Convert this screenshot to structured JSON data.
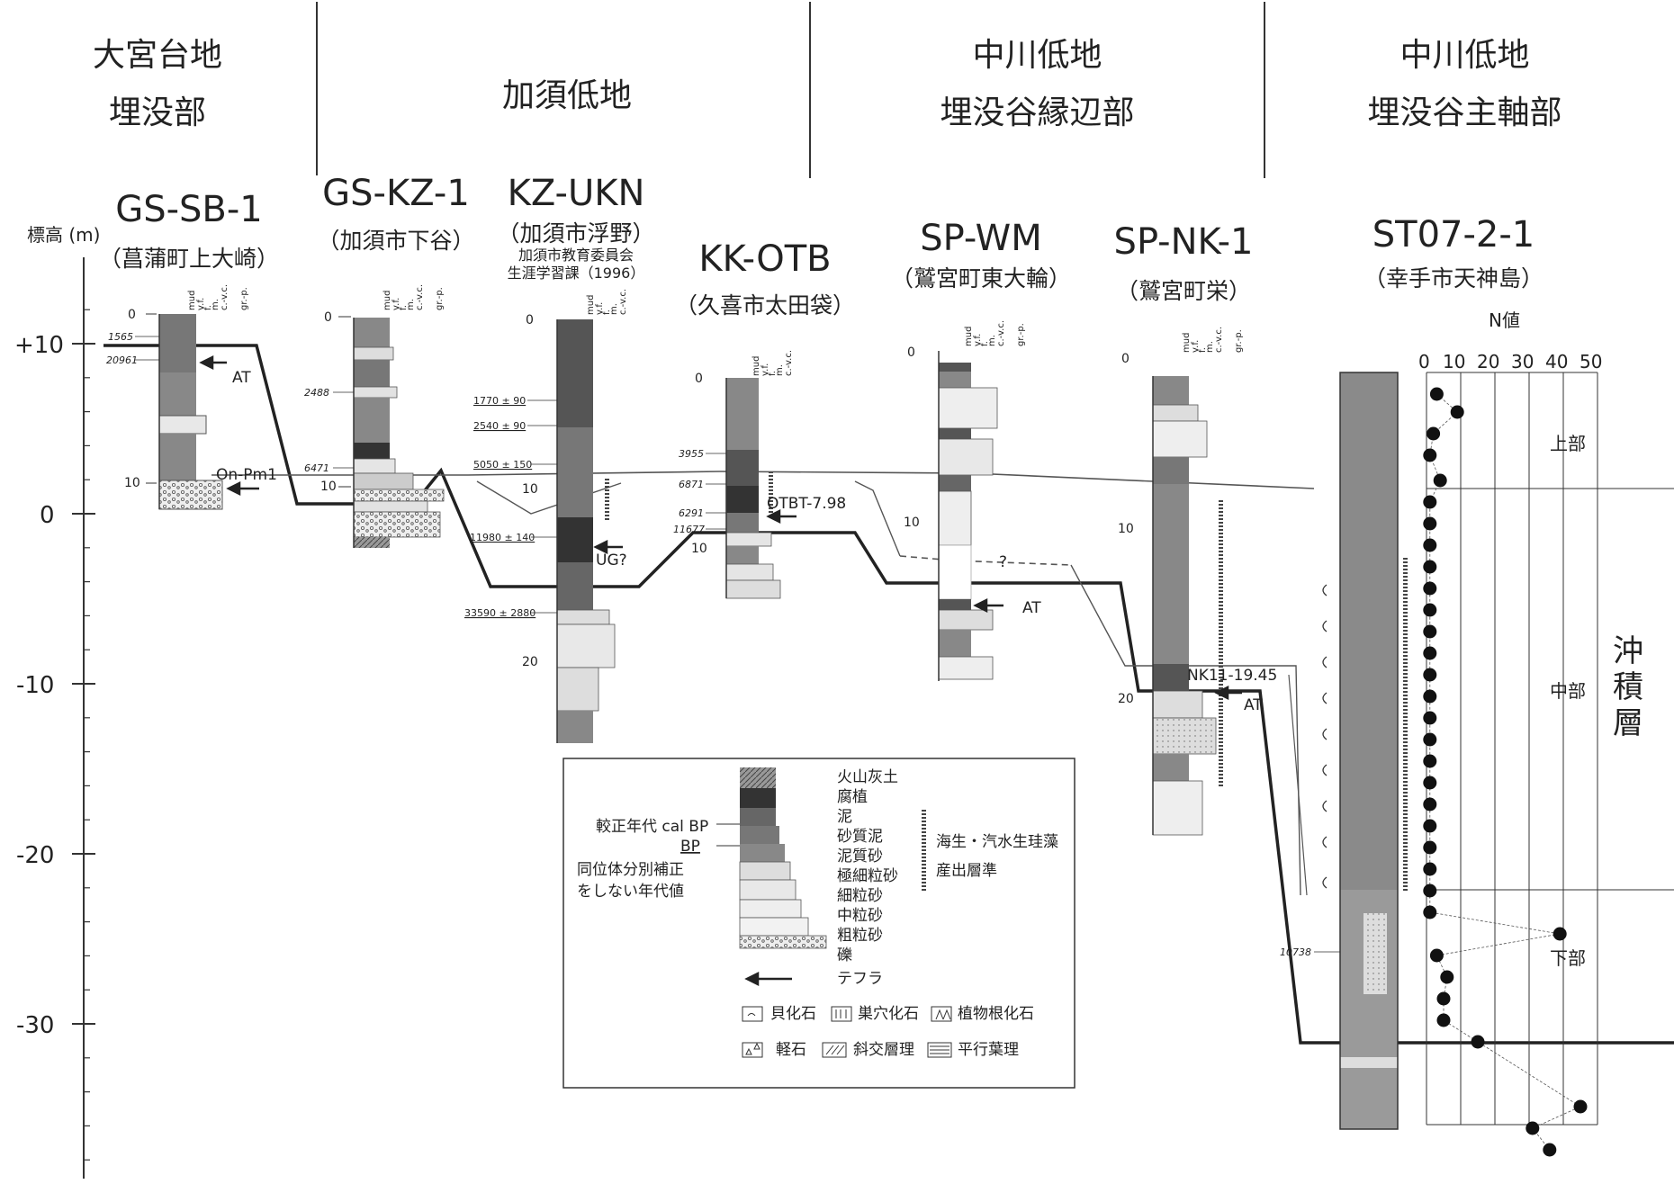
{
  "regions": [
    {
      "line1": "大宮台地",
      "line2": "埋没部"
    },
    {
      "line1": "加須低地",
      "line2": ""
    },
    {
      "line1": "中川低地",
      "line2": "埋没谷縁辺部"
    },
    {
      "line1": "中川低地",
      "line2": "埋没谷主軸部"
    }
  ],
  "axis": {
    "label": "標高 (m)",
    "ticks": [
      "+10",
      "0",
      "-10",
      "-20",
      "-30"
    ],
    "depth_ticks": {
      "zero": "0",
      "ten": "10",
      "twenty": "20"
    }
  },
  "grain_size_labels": [
    "mud",
    "v.f.",
    "f.",
    "m.",
    "c.-v.c.",
    "gr.-p."
  ],
  "sites": [
    {
      "name": "GS-SB-1",
      "sub": "（菖蒲町上大崎）"
    },
    {
      "name": "GS-KZ-1",
      "sub": "（加須市下谷）"
    },
    {
      "name": "KZ-UKN",
      "sub": "（加須市浮野）",
      "source_line1": "加須市教育委員会",
      "source_line2": "生涯学習課（1996）"
    },
    {
      "name": "KK-OTB",
      "sub": "（久喜市太田袋）"
    },
    {
      "name": "SP-WM",
      "sub": "（鷲宮町東大輪）"
    },
    {
      "name": "SP-NK-1",
      "sub": "（鷲宮町栄）"
    },
    {
      "name": "ST07-2-1",
      "sub": "（幸手市天神島）"
    }
  ],
  "dates": {
    "sb1": [
      "1565",
      "20961"
    ],
    "kz1": [
      "2488",
      "6471"
    ],
    "ukn": [
      "1770 ± 90",
      "2540 ± 90",
      "5050 ± 150",
      "11980 ± 140",
      "33590 ± 2880"
    ],
    "otb": [
      "3955",
      "6871",
      "6291",
      "11677"
    ],
    "st07": [
      "10738"
    ]
  },
  "tephra": {
    "at": "AT",
    "onpm1": "On-Pm1",
    "ug": "UG?",
    "otbt": "OTBT-7.98",
    "nk11": "NK11-19.45",
    "question": "?"
  },
  "n_value": {
    "title": "N値",
    "ticks": [
      "0",
      "10",
      "20",
      "30",
      "40",
      "50"
    ],
    "zone_upper": "上部",
    "zone_middle": "中部",
    "zone_lower": "下部",
    "points": [
      {
        "depth_m": 1.2,
        "n": 3
      },
      {
        "depth_m": 2.2,
        "n": 9
      },
      {
        "depth_m": 3.4,
        "n": 2
      },
      {
        "depth_m": 4.6,
        "n": 1
      },
      {
        "depth_m": 6.0,
        "n": 4
      },
      {
        "depth_m": 7.2,
        "n": 1
      },
      {
        "depth_m": 8.4,
        "n": 1
      },
      {
        "depth_m": 9.6,
        "n": 1
      },
      {
        "depth_m": 10.8,
        "n": 1
      },
      {
        "depth_m": 12.0,
        "n": 1
      },
      {
        "depth_m": 13.2,
        "n": 1
      },
      {
        "depth_m": 14.4,
        "n": 1
      },
      {
        "depth_m": 15.6,
        "n": 1
      },
      {
        "depth_m": 16.8,
        "n": 1
      },
      {
        "depth_m": 18.0,
        "n": 1
      },
      {
        "depth_m": 19.2,
        "n": 1
      },
      {
        "depth_m": 20.4,
        "n": 1
      },
      {
        "depth_m": 21.6,
        "n": 1
      },
      {
        "depth_m": 22.8,
        "n": 1
      },
      {
        "depth_m": 24.0,
        "n": 1
      },
      {
        "depth_m": 25.2,
        "n": 1
      },
      {
        "depth_m": 26.4,
        "n": 1
      },
      {
        "depth_m": 27.6,
        "n": 1
      },
      {
        "depth_m": 28.8,
        "n": 1
      },
      {
        "depth_m": 30.0,
        "n": 1
      },
      {
        "depth_m": 31.2,
        "n": 39
      },
      {
        "depth_m": 32.4,
        "n": 3
      },
      {
        "depth_m": 33.6,
        "n": 6
      },
      {
        "depth_m": 34.8,
        "n": 5
      },
      {
        "depth_m": 36.0,
        "n": 5
      },
      {
        "depth_m": 37.2,
        "n": 15
      },
      {
        "depth_m": 40.8,
        "n": 45
      },
      {
        "depth_m": 42.0,
        "n": 31
      },
      {
        "depth_m": 43.2,
        "n": 36
      }
    ]
  },
  "alluvium_label": [
    "沖",
    "積",
    "層"
  ],
  "legend": {
    "lithology": [
      "火山灰土",
      "腐植",
      "泥",
      "砂質泥",
      "泥質砂",
      "極細粒砂",
      "細粒砂",
      "中粒砂",
      "粗粒砂",
      "礫"
    ],
    "cal_date": "較正年代 cal BP",
    "bp": "BP",
    "uncorrected_line1": "同位体分別補正",
    "uncorrected_line2": "をしない年代値",
    "diatom_line1": "海生・汽水生珪藻",
    "diatom_line2": "産出層準",
    "tephra": "テフラ",
    "symbols": [
      {
        "label": "貝化石",
        "icon": "shell-icon"
      },
      {
        "label": "巣穴化石",
        "icon": "burrow-icon"
      },
      {
        "label": "植物根化石",
        "icon": "root-icon"
      },
      {
        "label": "軽石",
        "icon": "pumice-icon"
      },
      {
        "label": "斜交層理",
        "icon": "cross-bedding-icon"
      },
      {
        "label": "平行葉理",
        "icon": "parallel-lamination-icon"
      }
    ]
  },
  "colors": {
    "ink": "#222222",
    "dark": "#555555",
    "mid": "#888888",
    "light": "#cccccc",
    "pale": "#e8e8e8",
    "bg": "#ffffff"
  }
}
